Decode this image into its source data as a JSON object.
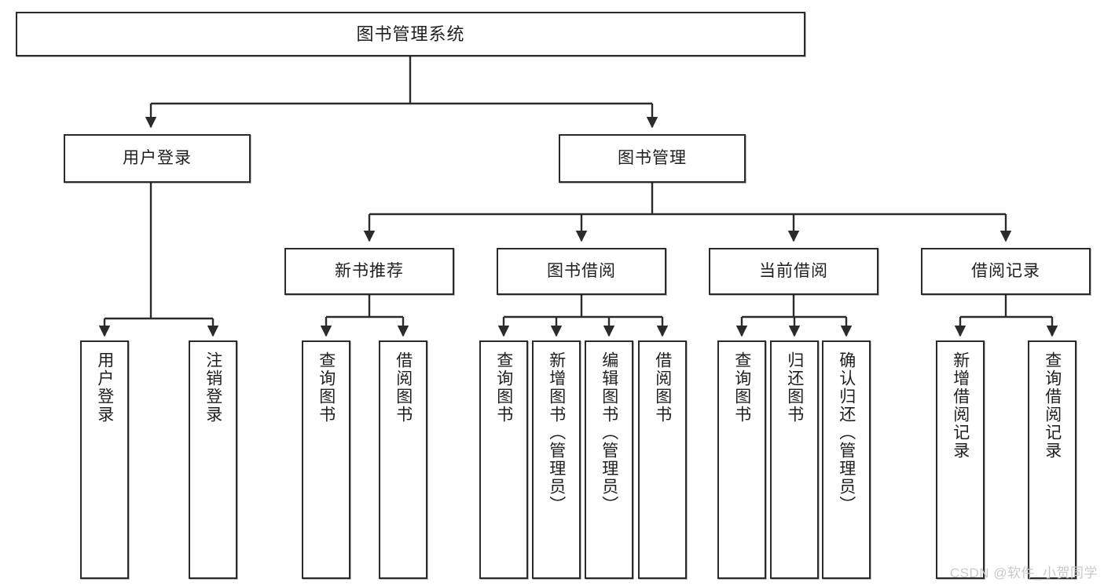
{
  "diagram": {
    "title": "图书管理系统",
    "type": "hierarchy-tree",
    "watermark": "CSDN @软件_小贺同学",
    "root": {
      "id": "root",
      "label": "图书管理系统"
    },
    "level2": [
      {
        "id": "user-login",
        "label": "用户登录"
      },
      {
        "id": "book-management",
        "label": "图书管理"
      }
    ],
    "level3": [
      {
        "id": "new-book-recommend",
        "label": "新书推荐",
        "parent": "book-management"
      },
      {
        "id": "book-borrow",
        "label": "图书借阅",
        "parent": "book-management"
      },
      {
        "id": "current-borrow",
        "label": "当前借阅",
        "parent": "book-management"
      },
      {
        "id": "borrow-record",
        "label": "借阅记录",
        "parent": "book-management"
      }
    ],
    "leaves": [
      {
        "id": "leaf-user-login",
        "label": "用户登录",
        "parent": "user-login"
      },
      {
        "id": "leaf-logout-login",
        "label": "注销登录",
        "parent": "user-login"
      },
      {
        "id": "leaf-query-book-1",
        "label": "查询图书",
        "parent": "new-book-recommend"
      },
      {
        "id": "leaf-borrow-book-1",
        "label": "借阅图书",
        "parent": "new-book-recommend"
      },
      {
        "id": "leaf-query-book-2",
        "label": "查询图书",
        "parent": "book-borrow"
      },
      {
        "id": "leaf-add-book",
        "label": "新增图书（管理员）",
        "parent": "book-borrow"
      },
      {
        "id": "leaf-edit-book",
        "label": "编辑图书（管理员）",
        "parent": "book-borrow"
      },
      {
        "id": "leaf-borrow-book-2",
        "label": "借阅图书",
        "parent": "book-borrow"
      },
      {
        "id": "leaf-query-book-3",
        "label": "查询图书",
        "parent": "current-borrow"
      },
      {
        "id": "leaf-return-book",
        "label": "归还图书",
        "parent": "current-borrow"
      },
      {
        "id": "leaf-confirm-return",
        "label": "确认归还（管理员）",
        "parent": "current-borrow"
      },
      {
        "id": "leaf-add-record",
        "label": "新增借阅记录",
        "parent": "borrow-record"
      },
      {
        "id": "leaf-query-record",
        "label": "查询借阅记录",
        "parent": "borrow-record"
      }
    ],
    "colors": {
      "stroke": "#2b2b2b",
      "fill": "#ffffff",
      "text": "#1f1f1f",
      "watermark": "#c9c9c9"
    }
  }
}
